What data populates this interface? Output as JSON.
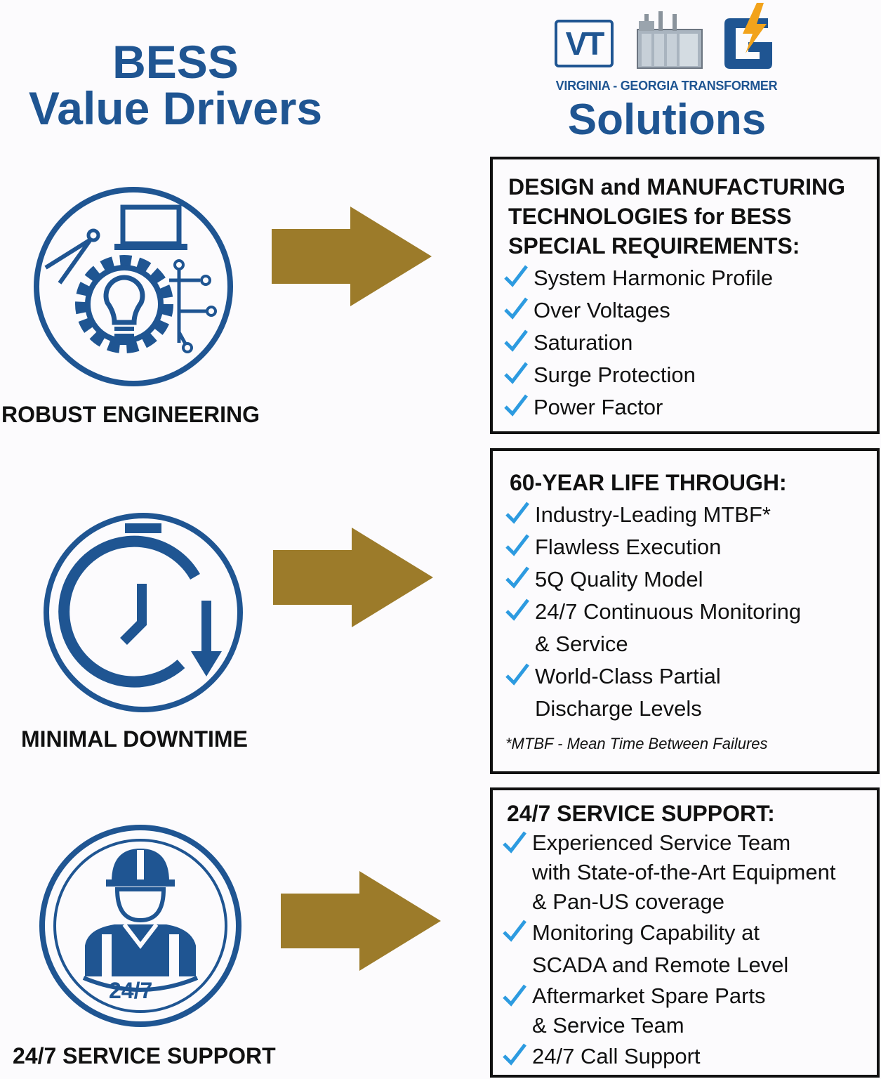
{
  "header": {
    "left_title_line1": "BESS",
    "left_title_line2": "Value Drivers",
    "logo_mark": "VT",
    "company": "VIRGINIA - GEORGIA TRANSFORMER",
    "solutions": "Solutions"
  },
  "colors": {
    "brand_blue": "#1f5592",
    "arrow_gold": "#9c7b2a",
    "check_blue": "#2d9be0",
    "bolt": "#f2a31b"
  },
  "drivers": [
    {
      "icon": "engineering-icon",
      "label": "ROBUST ENGINEERING"
    },
    {
      "icon": "stopwatch-icon",
      "label": "MINIMAL DOWNTIME"
    },
    {
      "icon": "worker-icon",
      "label": "24/7 SERVICE SUPPORT",
      "badge": "24/7"
    }
  ],
  "solutions": [
    {
      "heading": [
        "DESIGN and MANUFACTURING",
        "TECHNOLOGIES for BESS",
        "SPECIAL REQUIREMENTS:"
      ],
      "items": [
        "System Harmonic Profile",
        "Over Voltages",
        "Saturation",
        "Surge Protection",
        "Power Factor"
      ]
    },
    {
      "heading": [
        "60-YEAR LIFE THROUGH:"
      ],
      "items": [
        [
          "Industry-Leading MTBF*"
        ],
        [
          "Flawless Execution"
        ],
        [
          "5Q Quality Model"
        ],
        [
          "24/7 Continuous Monitoring",
          "& Service"
        ],
        [
          "World-Class Partial",
          "Discharge Levels"
        ]
      ],
      "footnote": "*MTBF - Mean Time Between Failures"
    },
    {
      "heading": [
        "24/7 SERVICE SUPPORT:"
      ],
      "items": [
        [
          "Experienced Service Team",
          "with State-of-the-Art Equipment",
          "& Pan-US coverage"
        ],
        [
          "Monitoring Capability at",
          "SCADA and Remote Level"
        ],
        [
          "Aftermarket Spare Parts",
          "& Service Team"
        ],
        [
          "24/7 Call Support"
        ]
      ]
    }
  ]
}
